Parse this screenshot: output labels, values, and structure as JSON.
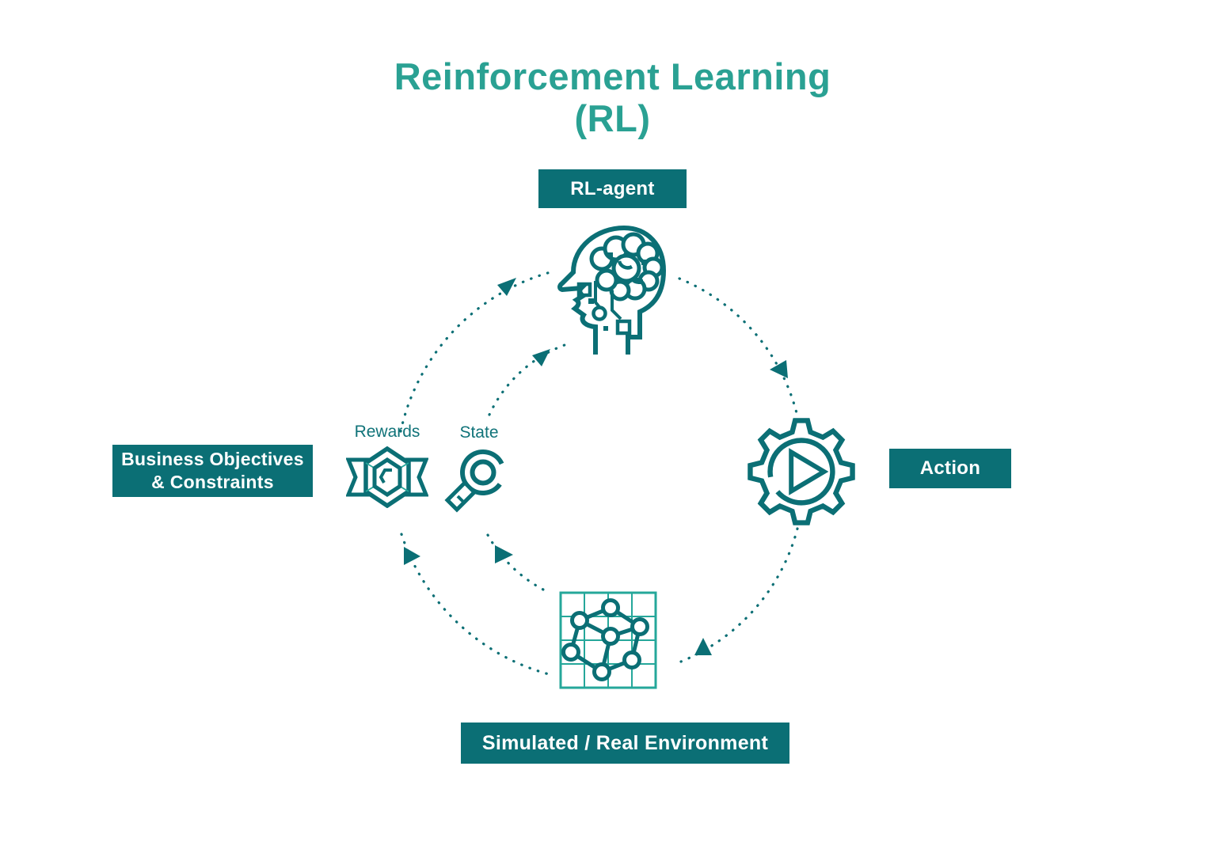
{
  "title": {
    "line1": "Reinforcement Learning",
    "line2": "(RL)"
  },
  "colors": {
    "accent_dark": "#0b6f75",
    "accent_light": "#2aa193",
    "grid_light": "#25a79a",
    "label": "#107379",
    "box_text": "#ffffff"
  },
  "labels": {
    "agent": "RL-agent",
    "action": "Action",
    "environment": "Simulated / Real Environment",
    "objectives_line1": "Business Objectives",
    "objectives_line2": "& Constraints",
    "rewards": "Rewards",
    "state": "State"
  },
  "icons": {
    "agent": "head-brain-circuit-icon",
    "action": "gear-play-icon",
    "environment": "cube-network-grid-icon",
    "rewards": "award-badge-icon",
    "state": "magnifier-icon"
  },
  "arrows": [
    {
      "from": "rewards",
      "to": "agent",
      "style": "dotted-arc"
    },
    {
      "from": "state",
      "to": "agent",
      "style": "dotted-arc"
    },
    {
      "from": "agent",
      "to": "action",
      "style": "dotted-arc"
    },
    {
      "from": "action",
      "to": "environment",
      "style": "dotted-arc"
    },
    {
      "from": "environment",
      "to": "rewards",
      "style": "dotted-arc"
    },
    {
      "from": "environment",
      "to": "state",
      "style": "dotted-arc"
    }
  ]
}
